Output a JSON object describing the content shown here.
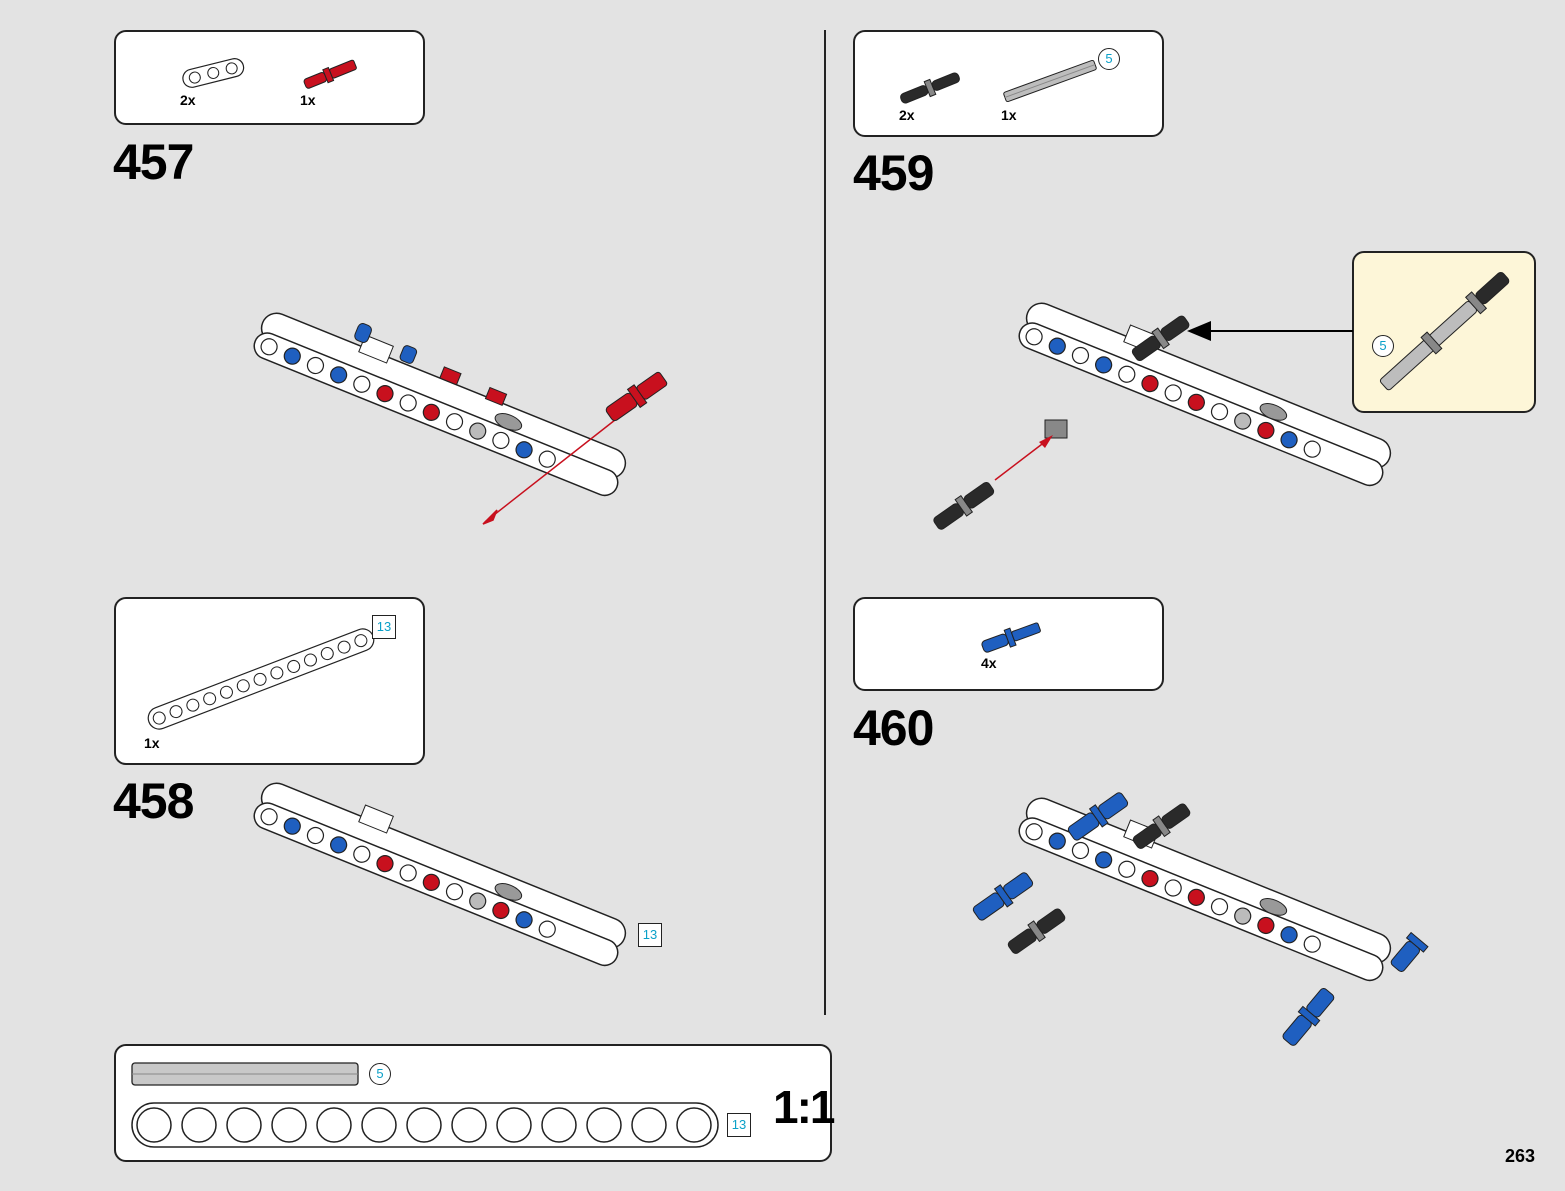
{
  "page_number": "263",
  "divider": true,
  "steps": [
    {
      "number": "457",
      "parts": [
        {
          "qty": "2x",
          "icon": "white-3-beam"
        },
        {
          "qty": "1x",
          "icon": "red-axle-pin"
        }
      ]
    },
    {
      "number": "458",
      "parts": [
        {
          "qty": "1x",
          "icon": "white-13-beam",
          "length": "13"
        }
      ],
      "model_length": "13"
    },
    {
      "number": "459",
      "parts": [
        {
          "qty": "2x",
          "icon": "black-friction-pin"
        },
        {
          "qty": "1x",
          "icon": "grey-axle",
          "length": "5"
        }
      ],
      "sub_callout_length": "5"
    },
    {
      "number": "460",
      "parts": [
        {
          "qty": "4x",
          "icon": "blue-axle-pin"
        }
      ]
    }
  ],
  "scale_box": {
    "axle_length": "5",
    "beam_length": "13",
    "scale": "1:1"
  },
  "colors": {
    "background": "#e3e3e3",
    "red": "#c8101e",
    "blue": "#1f5fc0",
    "black": "#2a2a2a",
    "length_label": "#0aa0c8",
    "highlight": "#fdf6d8"
  }
}
